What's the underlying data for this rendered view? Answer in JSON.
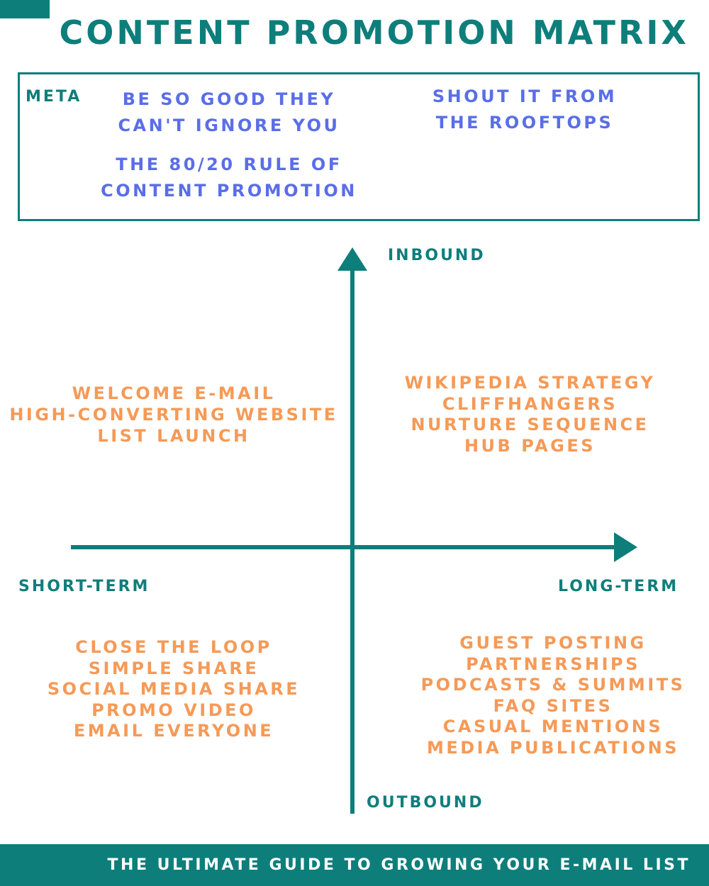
{
  "header": {
    "title": "Content Promotion Matrix"
  },
  "meta": {
    "label": "META",
    "links": [
      [
        "BE SO GOOD THEY",
        "CAN'T IGNORE YOU"
      ],
      [
        "SHOUT IT FROM",
        "THE ROOFTOPS"
      ],
      [
        "THE 80/20 RULE OF",
        "CONTENT PROMOTION"
      ]
    ]
  },
  "axes": {
    "top": "INBOUND",
    "bottom": "OUTBOUND",
    "left": "SHORT-TERM",
    "right": "LONG-TERM"
  },
  "quadrants": {
    "inbound_short": [
      "WELCOME E-MAIL",
      "HIGH-CONVERTING WEBSITE",
      "LIST LAUNCH"
    ],
    "inbound_long": [
      "WIKIPEDIA STRATEGY",
      "CLIFFHANGERS",
      "NURTURE SEQUENCE",
      "HUB PAGES"
    ],
    "outbound_short": [
      "CLOSE THE LOOP",
      "SIMPLE SHARE",
      "SOCIAL MEDIA SHARE",
      "PROMO VIDEO",
      "EMAIL EVERYONE"
    ],
    "outbound_long": [
      "GUEST POSTING",
      "PARTNERSHIPS",
      "PODCASTS & SUMMITS",
      "FAQ SITES",
      "CASUAL MENTIONS",
      "MEDIA PUBLICATIONS"
    ]
  },
  "footer": {
    "text": "THE ULTIMATE GUIDE TO GROWING YOUR E-MAIL LIST"
  },
  "colors": {
    "teal": "#0e7e7b",
    "blue": "#5a6ee8",
    "orange": "#f59a57",
    "background": "#ffffff"
  }
}
